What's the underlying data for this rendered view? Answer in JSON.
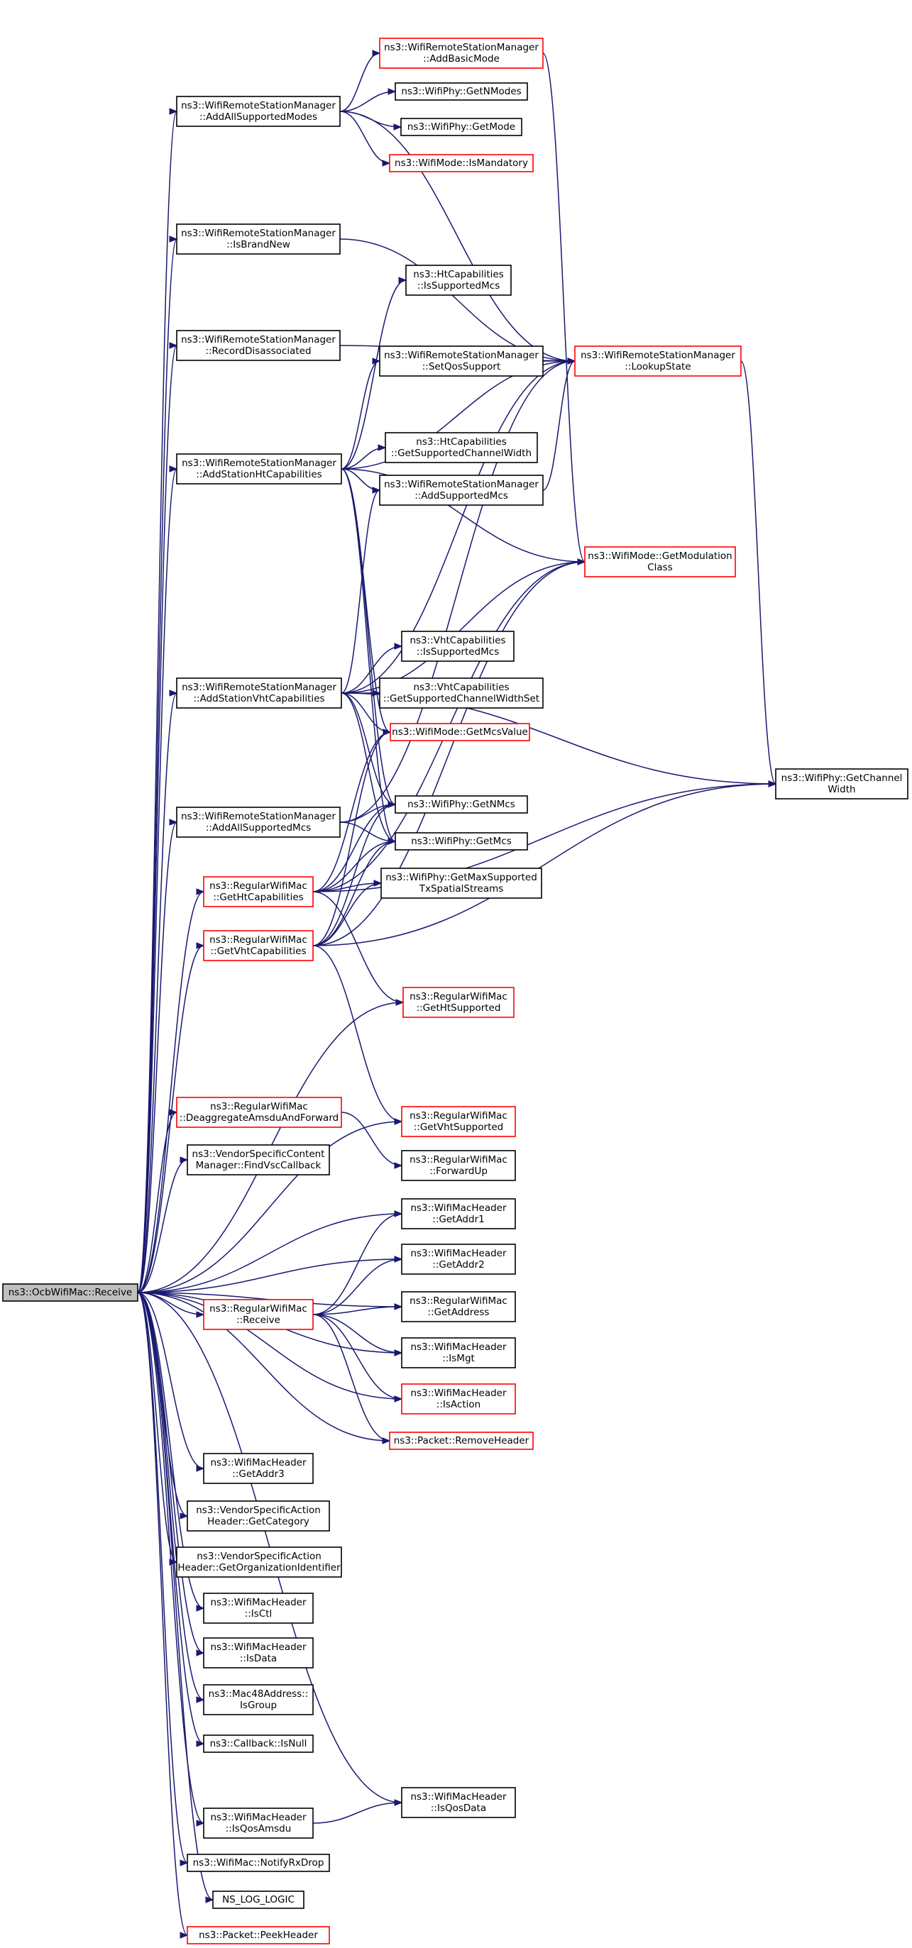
{
  "colors": {
    "edge": "#191970",
    "node_border_default": "#000000",
    "node_border_truncated": "#ff0000",
    "root_fill": "#bfbfbf"
  },
  "nodes": {
    "root": [
      "ns3::OcbWifiMac::Receive"
    ],
    "addAllSupportedModes": [
      "ns3::WifiRemoteStationManager",
      "::AddAllSupportedModes"
    ],
    "addBasicMode": [
      "ns3::WifiRemoteStationManager",
      "::AddBasicMode"
    ],
    "getNModes": [
      "ns3::WifiPhy::GetNModes"
    ],
    "getMode": [
      "ns3::WifiPhy::GetMode"
    ],
    "isMandatory": [
      "ns3::WifiMode::IsMandatory"
    ],
    "isBrandNew": [
      "ns3::WifiRemoteStationManager",
      "::IsBrandNew"
    ],
    "htIsSupportedMcs": [
      "ns3::HtCapabilities",
      "::IsSupportedMcs"
    ],
    "recordDisassociated": [
      "ns3::WifiRemoteStationManager",
      "::RecordDisassociated"
    ],
    "setQosSupport": [
      "ns3::WifiRemoteStationManager",
      "::SetQosSupport"
    ],
    "lookupState": [
      "ns3::WifiRemoteStationManager",
      "::LookupState"
    ],
    "htGetSupportedChannelWidth": [
      "ns3::HtCapabilities",
      "::GetSupportedChannelWidth"
    ],
    "addStationHtCapabilities": [
      "ns3::WifiRemoteStationManager",
      "::AddStationHtCapabilities"
    ],
    "addSupportedMcs": [
      "ns3::WifiRemoteStationManager",
      "::AddSupportedMcs"
    ],
    "getModulationClass": [
      "ns3::WifiMode::GetModulation",
      "Class"
    ],
    "vhtIsSupportedMcs": [
      "ns3::VhtCapabilities",
      "::IsSupportedMcs"
    ],
    "vhtGetSupportedChannelWidthSet": [
      "ns3::VhtCapabilities",
      "::GetSupportedChannelWidthSet"
    ],
    "addStationVhtCapabilities": [
      "ns3::WifiRemoteStationManager",
      "::AddStationVhtCapabilities"
    ],
    "getMcsValue": [
      "ns3::WifiMode::GetMcsValue"
    ],
    "getChannelWidth": [
      "ns3::WifiPhy::GetChannel",
      "Width"
    ],
    "addAllSupportedMcs": [
      "ns3::WifiRemoteStationManager",
      "::AddAllSupportedMcs"
    ],
    "getNMcs": [
      "ns3::WifiPhy::GetNMcs"
    ],
    "getMcs": [
      "ns3::WifiPhy::GetMcs"
    ],
    "getHtCapabilities": [
      "ns3::RegularWifiMac",
      "::GetHtCapabilities"
    ],
    "getMaxSupportedTxSpatialStreams": [
      "ns3::WifiPhy::GetMaxSupported",
      "TxSpatialStreams"
    ],
    "getVhtCapabilities": [
      "ns3::RegularWifiMac",
      "::GetVhtCapabilities"
    ],
    "getHtSupported": [
      "ns3::RegularWifiMac",
      "::GetHtSupported"
    ],
    "getVhtSupported": [
      "ns3::RegularWifiMac",
      "::GetVhtSupported"
    ],
    "deaggregateAmsduAndForward": [
      "ns3::RegularWifiMac",
      "::DeaggregateAmsduAndForward"
    ],
    "forwardUp": [
      "ns3::RegularWifiMac",
      "::ForwardUp"
    ],
    "findVscCallback": [
      "ns3::VendorSpecificContent",
      "Manager::FindVscCallback"
    ],
    "getAddr1": [
      "ns3::WifiMacHeader",
      "::GetAddr1"
    ],
    "getAddr2": [
      "ns3::WifiMacHeader",
      "::GetAddr2"
    ],
    "regularReceive": [
      "ns3::RegularWifiMac",
      "::Receive"
    ],
    "getAddress": [
      "ns3::RegularWifiMac",
      "::GetAddress"
    ],
    "isMgt": [
      "ns3::WifiMacHeader",
      "::IsMgt"
    ],
    "isAction": [
      "ns3::WifiMacHeader",
      "::IsAction"
    ],
    "removeHeader": [
      "ns3::Packet::RemoveHeader"
    ],
    "getAddr3": [
      "ns3::WifiMacHeader",
      "::GetAddr3"
    ],
    "getCategory": [
      "ns3::VendorSpecificAction",
      "Header::GetCategory"
    ],
    "getOrganizationIdentifier": [
      "ns3::VendorSpecificAction",
      "Header::GetOrganizationIdentifier"
    ],
    "isCtl": [
      "ns3::WifiMacHeader",
      "::IsCtl"
    ],
    "isData": [
      "ns3::WifiMacHeader",
      "::IsData"
    ],
    "isGroup": [
      "ns3::Mac48Address::",
      "IsGroup"
    ],
    "isNull": [
      "ns3::Callback::IsNull"
    ],
    "isQosData": [
      "ns3::WifiMacHeader",
      "::IsQosData"
    ],
    "isQosAmsdu": [
      "ns3::WifiMacHeader",
      "::IsQosAmsdu"
    ],
    "notifyRxDrop": [
      "ns3::WifiMac::NotifyRxDrop"
    ],
    "nsLogLogic": [
      "NS_LOG_LOGIC"
    ],
    "peekHeader": [
      "ns3::Packet::PeekHeader"
    ]
  }
}
